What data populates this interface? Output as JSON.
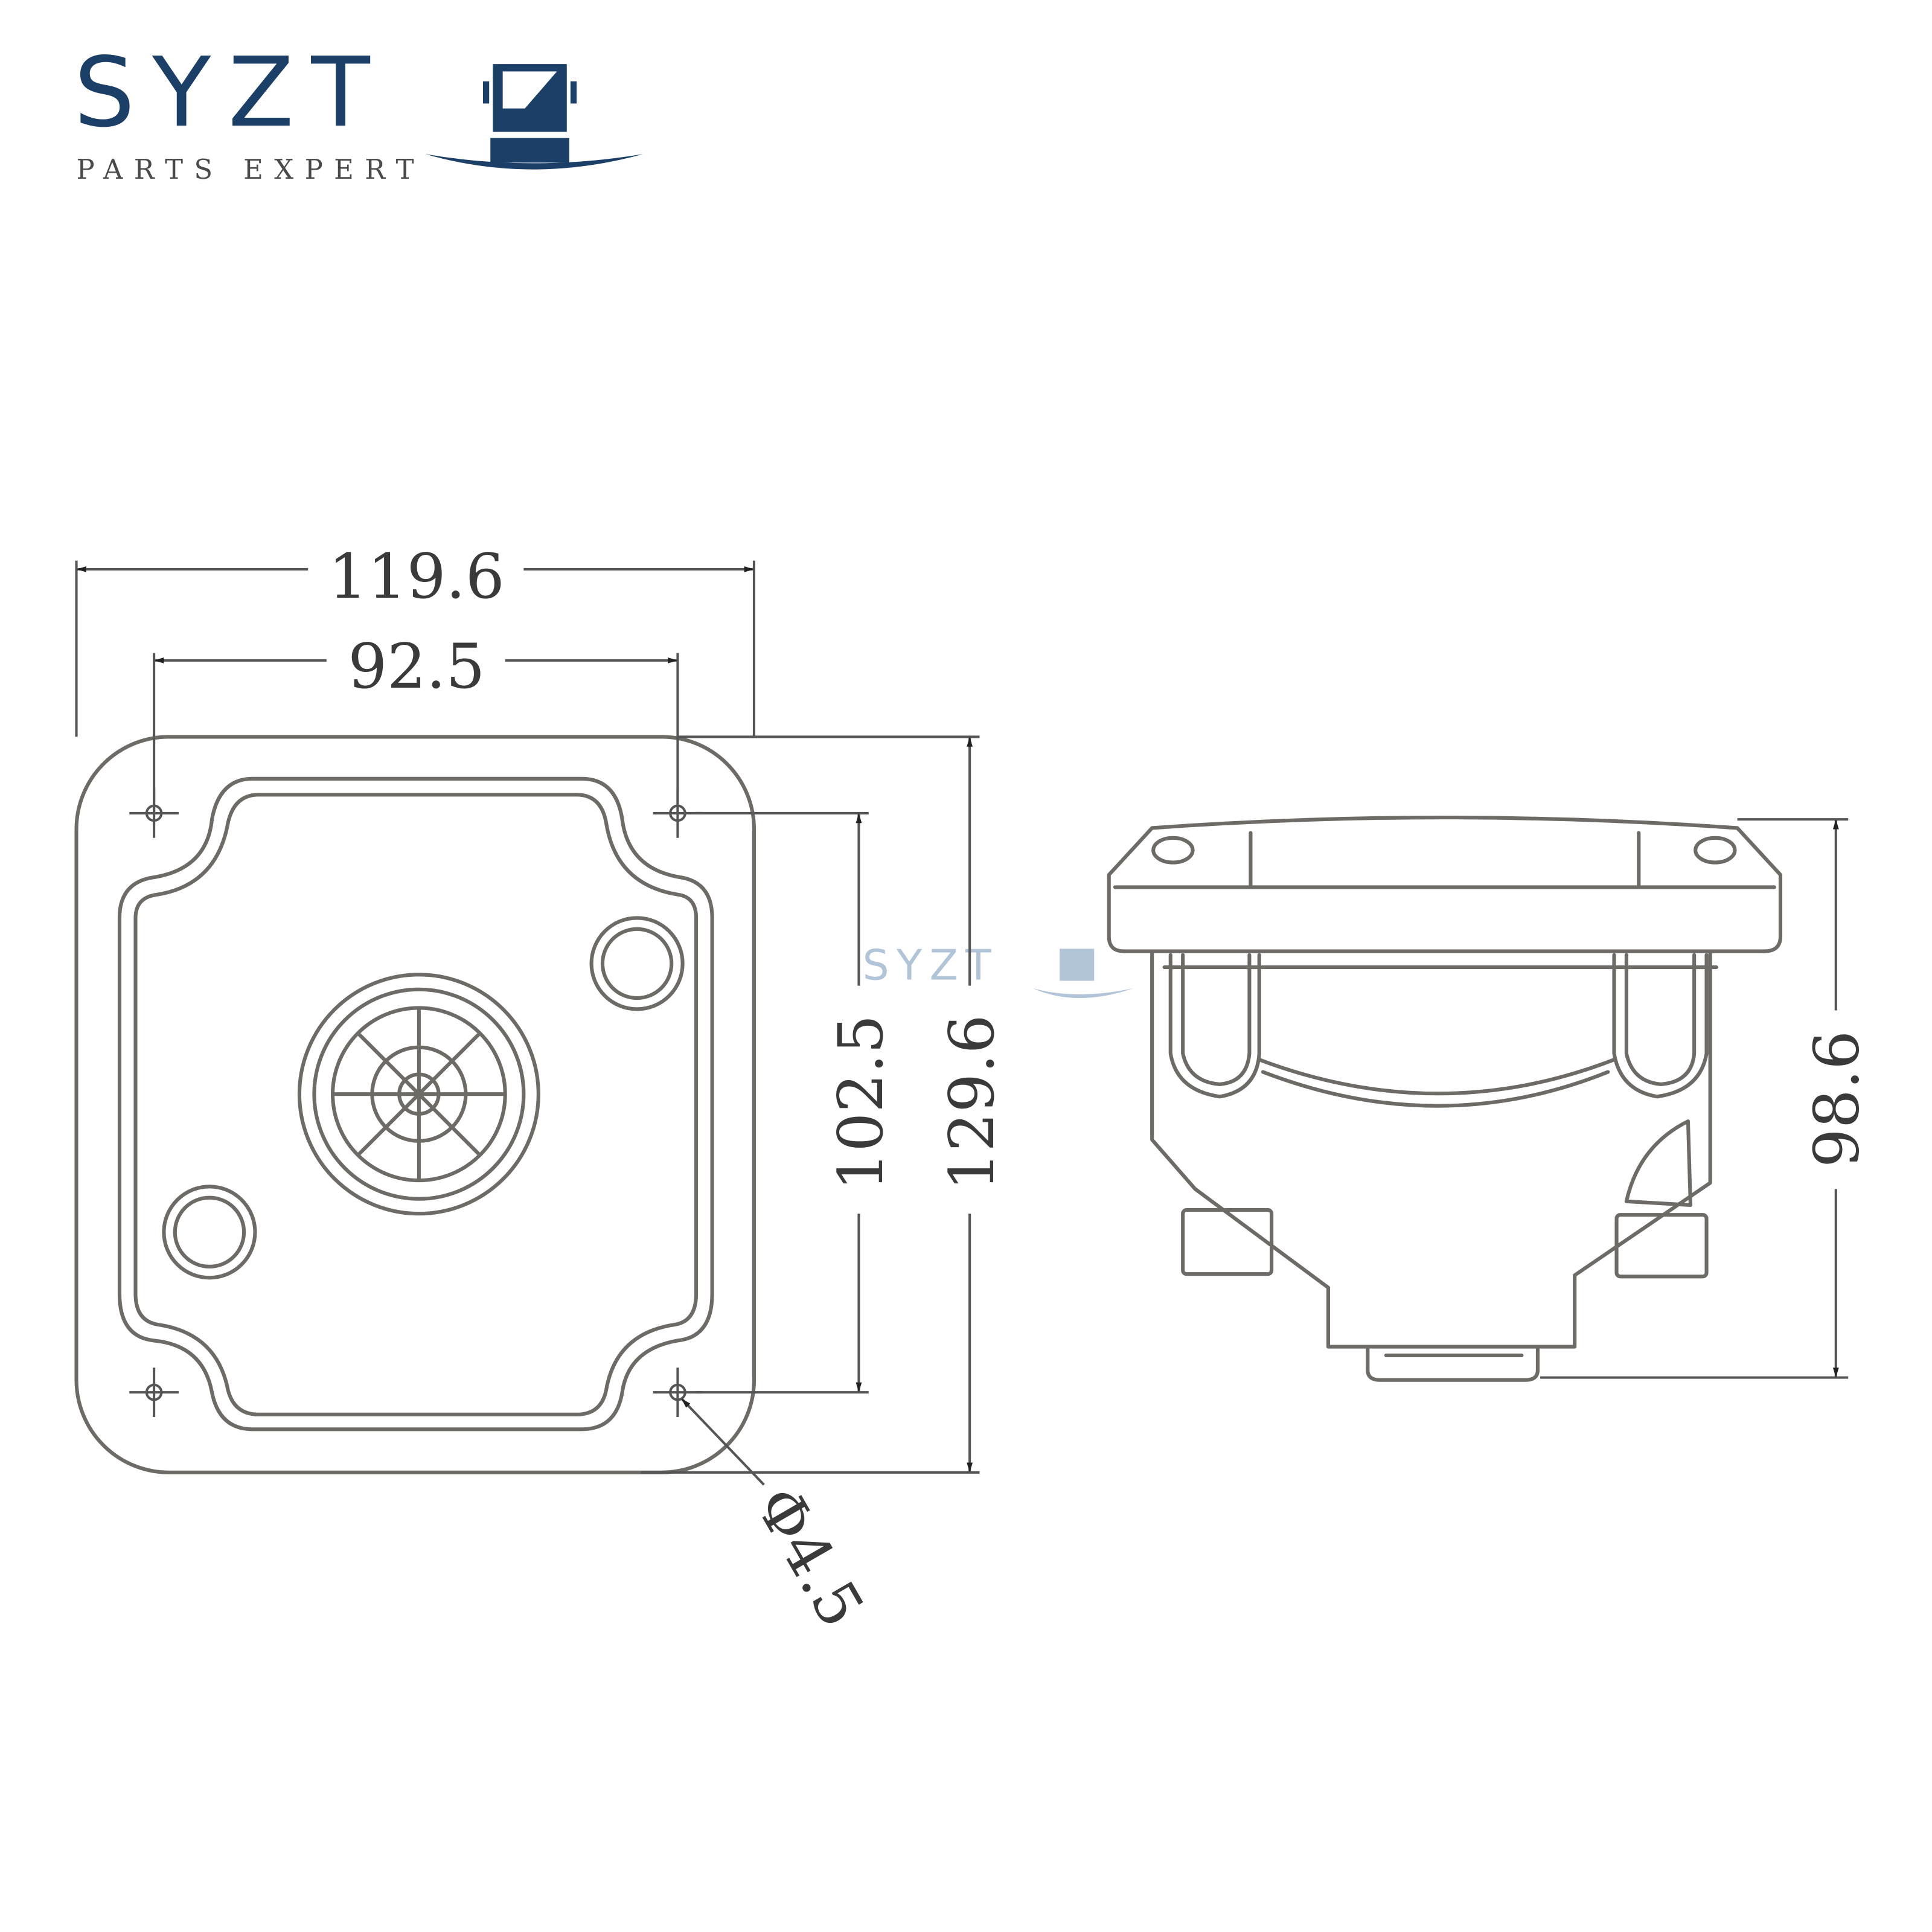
{
  "logo": {
    "brand": "SYZT",
    "tagline": "PARTS EXPERT",
    "icon": "truck-front-icon",
    "brand_color": "#1b3f66"
  },
  "watermark": {
    "brand": "SYZT",
    "icon": "truck-front-icon",
    "color": "#9fb6cf"
  },
  "front_view": {
    "overall_width": "119.6",
    "hole_spacing_horizontal": "92.5",
    "hole_spacing_vertical": "102.5",
    "overall_height": "129.6",
    "hole_diameter": "Φ4.5"
  },
  "side_view": {
    "depth": "98.6"
  }
}
